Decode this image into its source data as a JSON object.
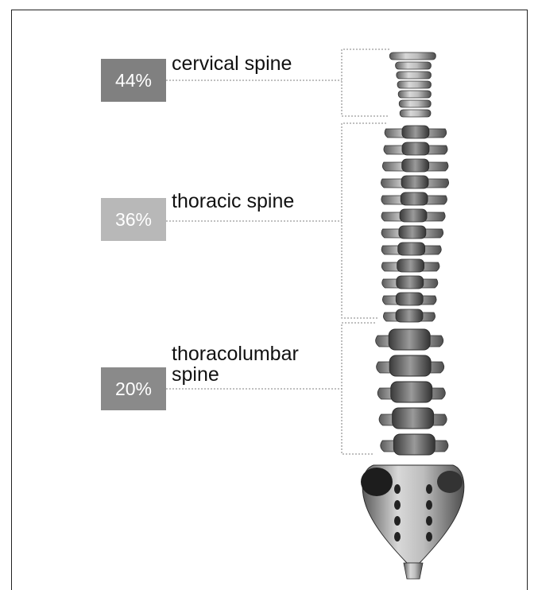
{
  "regions": [
    {
      "percent": "44%",
      "label_line1": "cervical spine",
      "label_line2": "",
      "color": "#808080"
    },
    {
      "percent": "36%",
      "label_line1": "thoracic spine",
      "label_line2": "",
      "color": "#b8b8b8"
    },
    {
      "percent": "20%",
      "label_line1": "thoracolumbar",
      "label_line2": "spine",
      "color": "#8a8a8a"
    }
  ],
  "icons": {
    "spine": "spine-illustration-icon"
  }
}
